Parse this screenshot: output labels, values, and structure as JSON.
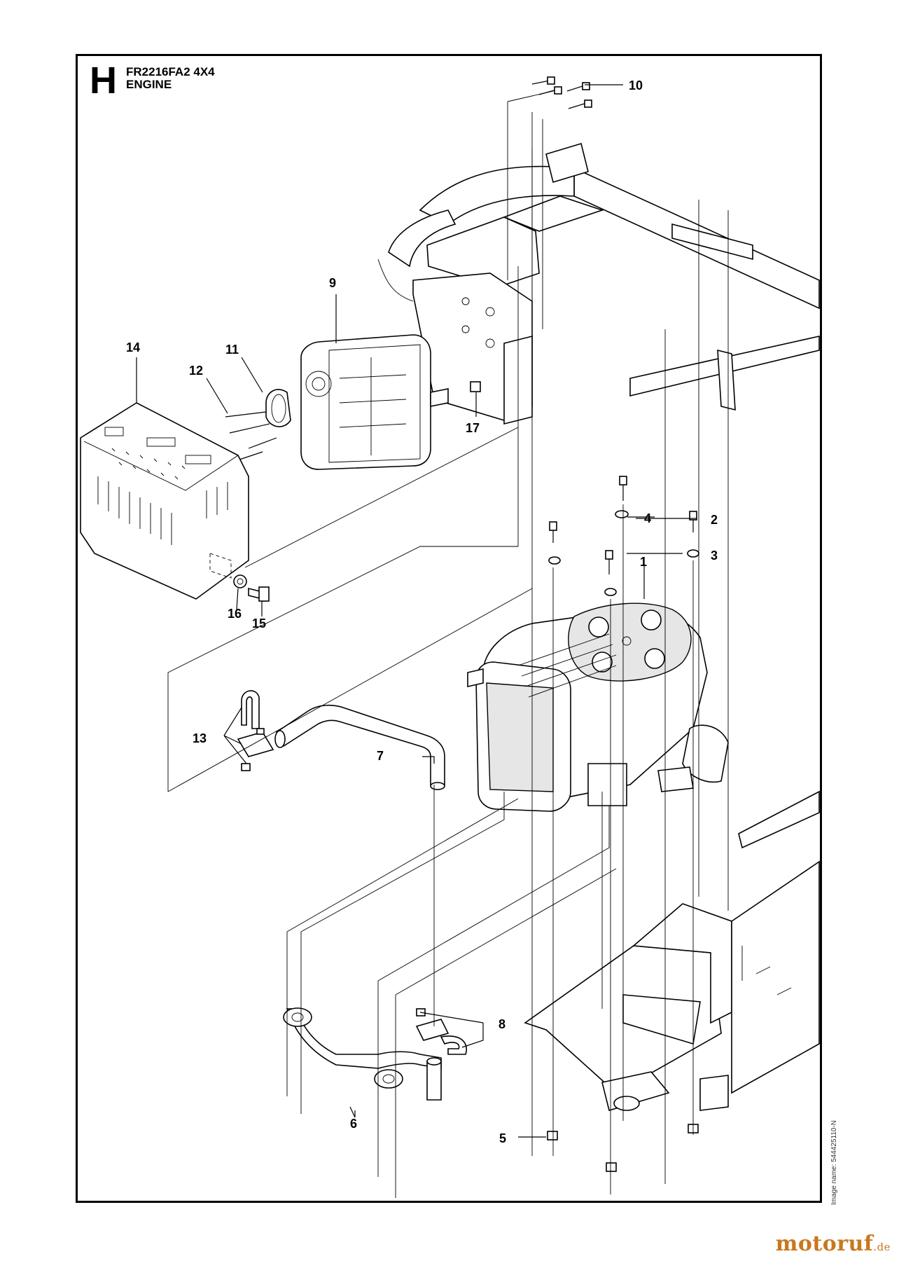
{
  "header": {
    "section_letter": "H",
    "model": "FR2216FA2 4X4",
    "title": "ENGINE"
  },
  "side_label": "Image name: 544425110-N",
  "logo": {
    "name": "motoruf",
    "tld": ".de",
    "color": "#c8781e"
  },
  "callouts": [
    {
      "id": "1",
      "label": "1"
    },
    {
      "id": "2",
      "label": "2"
    },
    {
      "id": "3",
      "label": "3"
    },
    {
      "id": "4",
      "label": "4"
    },
    {
      "id": "5",
      "label": "5"
    },
    {
      "id": "6",
      "label": "6"
    },
    {
      "id": "7",
      "label": "7"
    },
    {
      "id": "8",
      "label": "8"
    },
    {
      "id": "9",
      "label": "9"
    },
    {
      "id": "10",
      "label": "10"
    },
    {
      "id": "11",
      "label": "11"
    },
    {
      "id": "12",
      "label": "12"
    },
    {
      "id": "13",
      "label": "13"
    },
    {
      "id": "14",
      "label": "14"
    },
    {
      "id": "15",
      "label": "15"
    },
    {
      "id": "16",
      "label": "16"
    },
    {
      "id": "17",
      "label": "17"
    }
  ]
}
